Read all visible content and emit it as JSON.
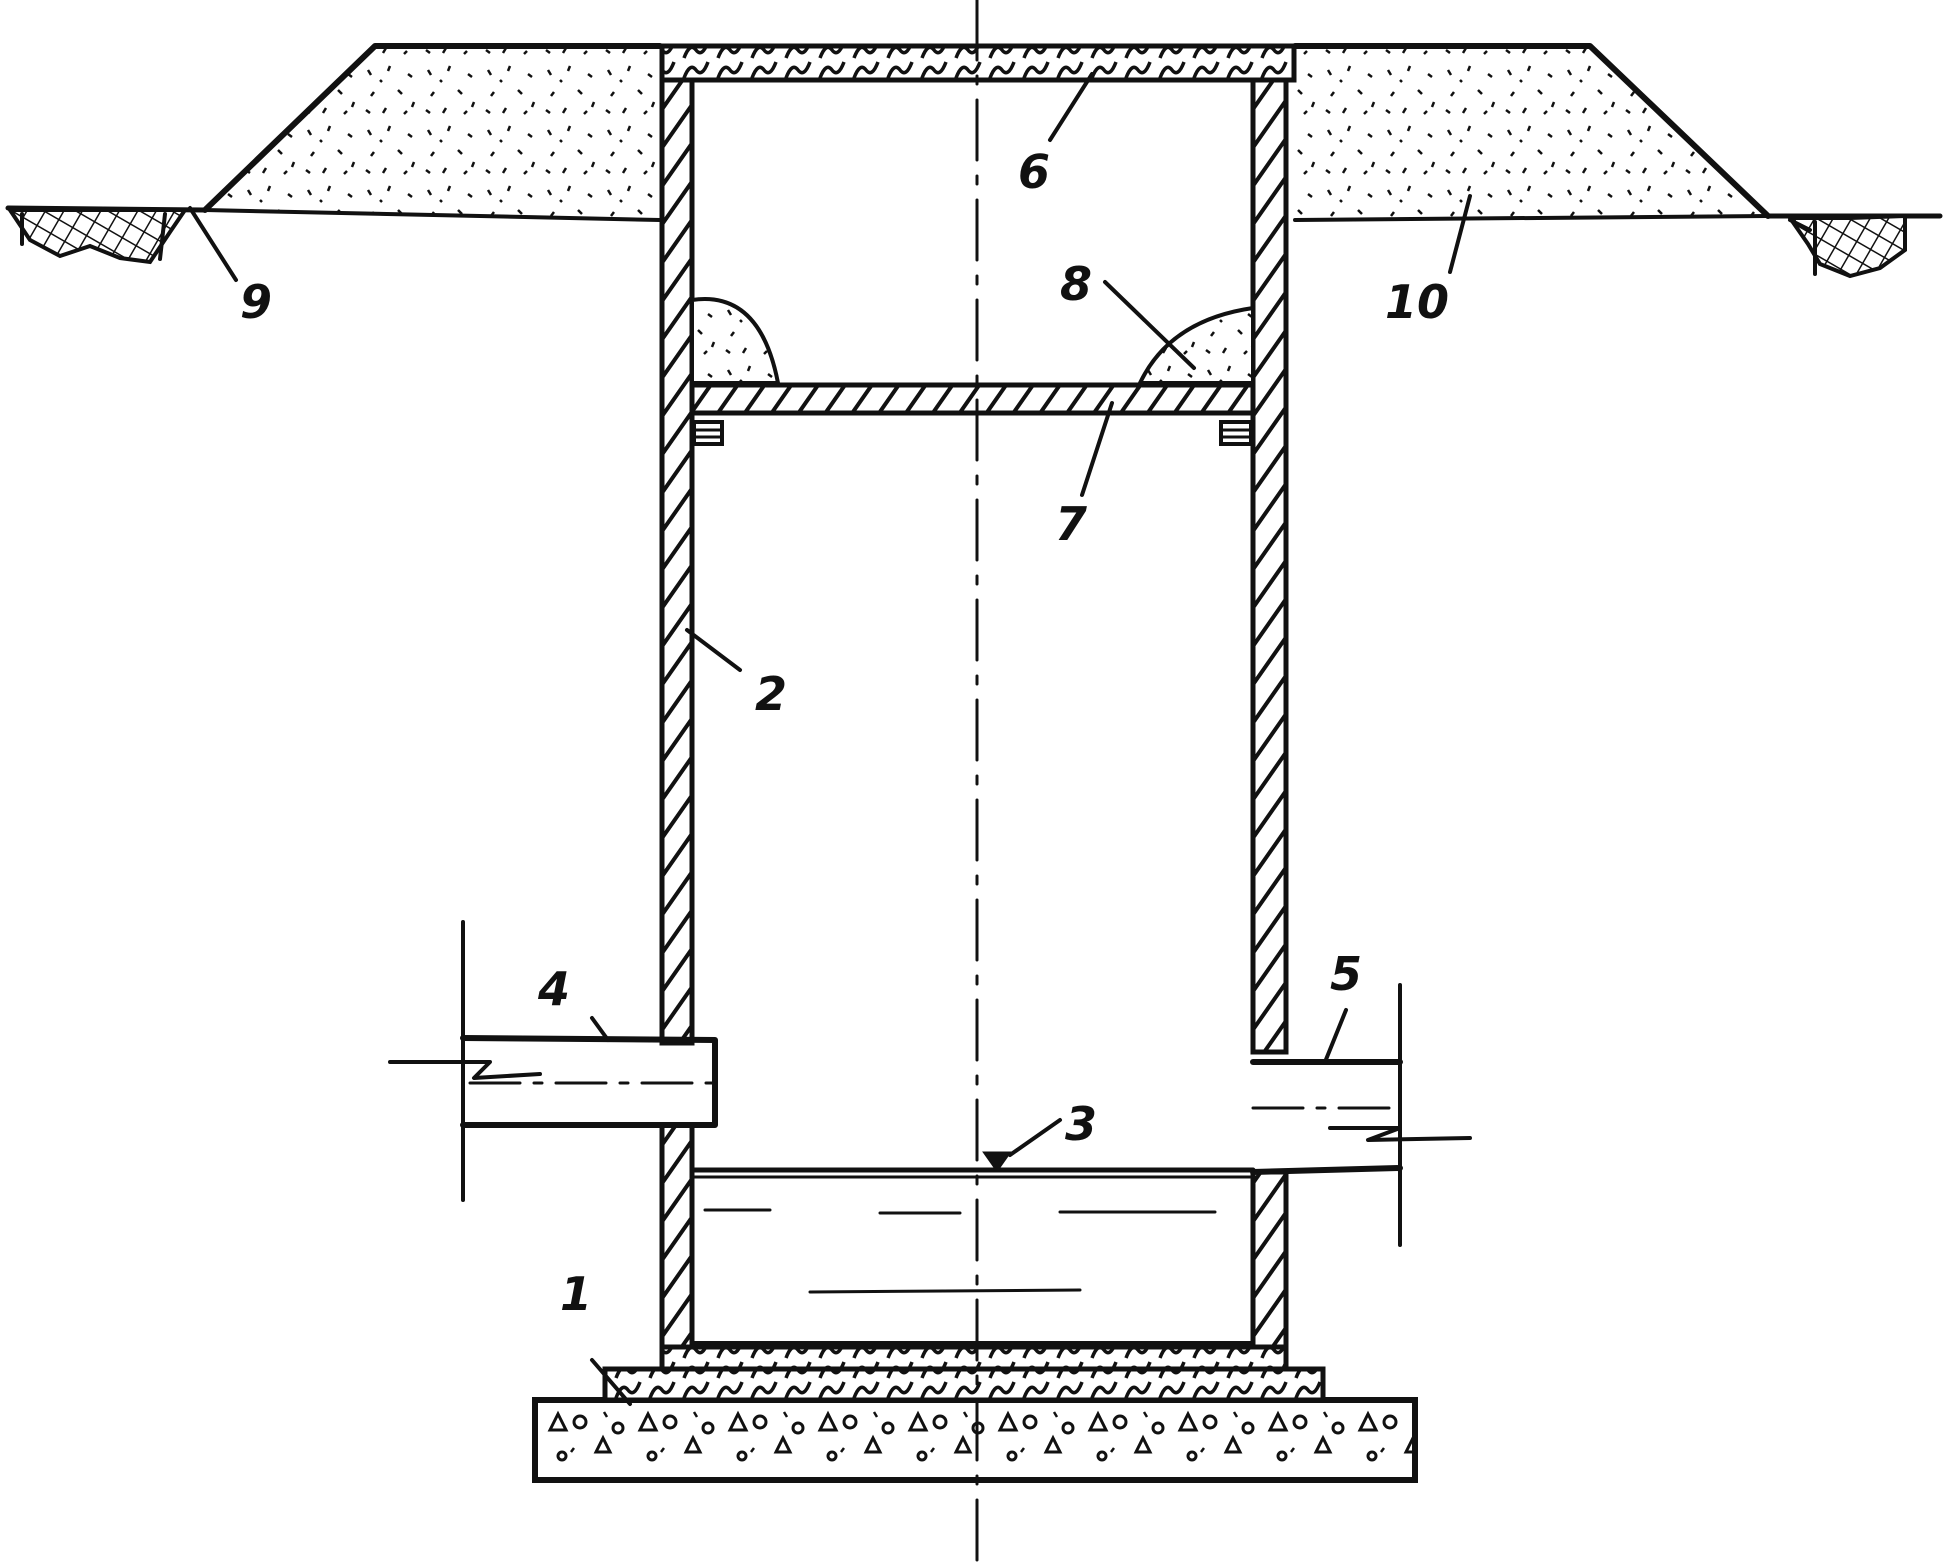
{
  "diagram": {
    "callouts": [
      {
        "id": "c1",
        "text": "1"
      },
      {
        "id": "c2",
        "text": "2"
      },
      {
        "id": "c3",
        "text": "3"
      },
      {
        "id": "c4",
        "text": "4"
      },
      {
        "id": "c5",
        "text": "5"
      },
      {
        "id": "c6",
        "text": "6"
      },
      {
        "id": "c7",
        "text": "7"
      },
      {
        "id": "c8",
        "text": "8"
      },
      {
        "id": "c9",
        "text": "9"
      },
      {
        "id": "c10",
        "text": "10"
      }
    ],
    "colors": {
      "ink": "#111111",
      "background": "#ffffff"
    }
  }
}
